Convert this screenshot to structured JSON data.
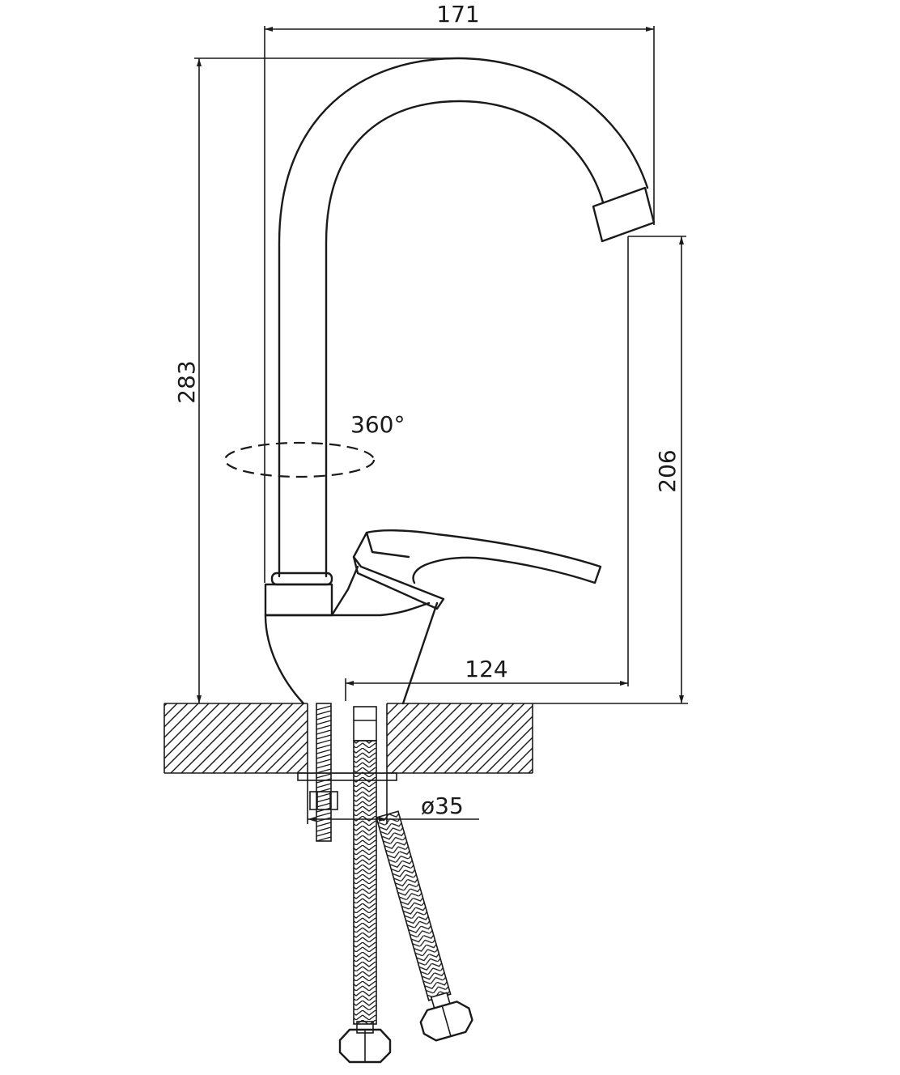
{
  "dimensions": {
    "width_total": "171",
    "height_total": "283",
    "spout_height": "206",
    "spout_reach": "124",
    "mount_diameter": "ø35",
    "rotation": "360°"
  }
}
